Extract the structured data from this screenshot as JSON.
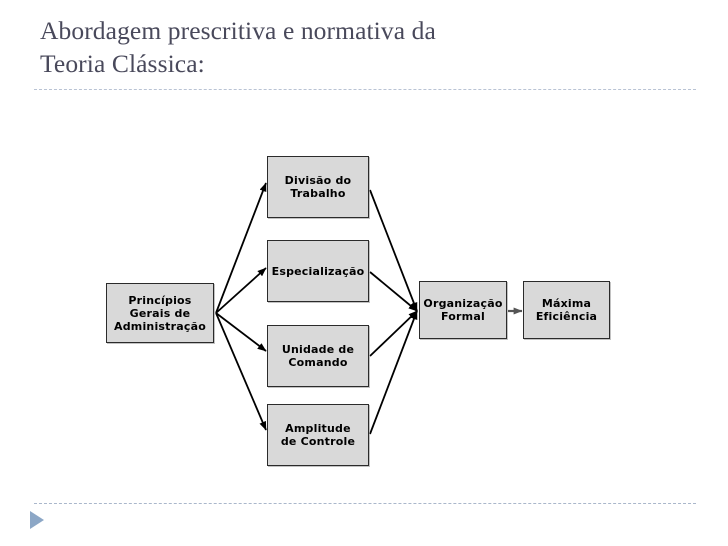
{
  "slide": {
    "title": "Abordagem prescritiva e normativa da\nTeoria Clássica:",
    "title_color": "#49495b",
    "divider_color": "#b9c3d4",
    "background": "#ffffff"
  },
  "diagram": {
    "type": "flowchart",
    "node_fill": "#d9d9d9",
    "node_border": "#2b2b2b",
    "arrow_color": "#000000",
    "connector_color": "#555555",
    "nodes": [
      {
        "id": "principios",
        "label": "Princípios\nGerais de\nAdministração",
        "role": "source"
      },
      {
        "id": "divisao",
        "label": "Divisão do\nTrabalho",
        "role": "principle"
      },
      {
        "id": "especializacao",
        "label": "Especialização",
        "role": "principle"
      },
      {
        "id": "unidade",
        "label": "Unidade de\nComando",
        "role": "principle"
      },
      {
        "id": "amplitude",
        "label": "Amplitude\nde Controle",
        "role": "principle"
      },
      {
        "id": "organizacao",
        "label": "Organização\nFormal",
        "role": "outcome"
      },
      {
        "id": "maxima",
        "label": "Máxima\nEficiência",
        "role": "outcome"
      }
    ],
    "edges": [
      {
        "from": "principios",
        "to": "divisao"
      },
      {
        "from": "principios",
        "to": "especializacao"
      },
      {
        "from": "principios",
        "to": "unidade"
      },
      {
        "from": "principios",
        "to": "amplitude"
      },
      {
        "from": "divisao",
        "to": "organizacao"
      },
      {
        "from": "especializacao",
        "to": "organizacao"
      },
      {
        "from": "unidade",
        "to": "organizacao"
      },
      {
        "from": "amplitude",
        "to": "organizacao"
      },
      {
        "from": "organizacao",
        "to": "maxima"
      }
    ]
  },
  "footer": {
    "marker_icon": "play-triangle-icon",
    "marker_color": "#8ca7c6",
    "divider_color": "#aab7cb"
  }
}
